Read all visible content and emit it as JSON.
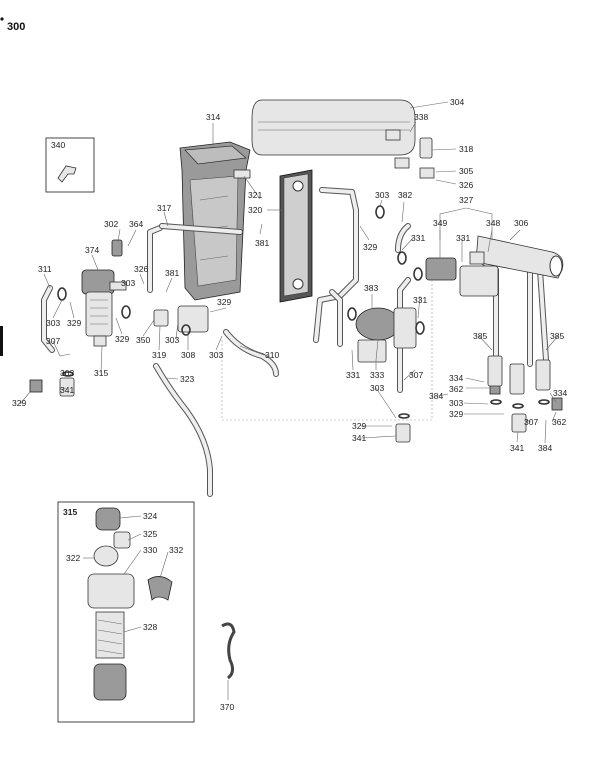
{
  "figure_number": "300",
  "detail_box_label": "340",
  "inset_label": "315",
  "callouts": {
    "c304": "304",
    "c338": "338",
    "c318": "318",
    "c305": "305",
    "c326a": "326",
    "c314": "314",
    "c321": "321",
    "c320": "320",
    "c381a": "381",
    "c317": "317",
    "c303a": "303",
    "c382": "382",
    "c327": "327",
    "c349": "349",
    "c348": "348",
    "c306": "306",
    "c329a": "329",
    "c331a": "331",
    "c331b": "331",
    "c331c": "331",
    "c302": "302",
    "c364": "364",
    "c374": "374",
    "c326b": "326",
    "c381b": "381",
    "c311": "311",
    "c303b": "303",
    "c329b": "329",
    "c329c": "329",
    "c350": "350",
    "c303c": "303",
    "c383": "383",
    "c329d": "329",
    "c385a": "385",
    "c385b": "385",
    "c303d": "303",
    "c307a": "307",
    "c319": "319",
    "c308": "308",
    "c303e": "303",
    "c310": "310",
    "c331d": "331",
    "c333": "333",
    "c307b": "307",
    "c334a": "334",
    "c362a": "362",
    "c334b": "334",
    "c303f": "303",
    "c315": "315",
    "c323": "323",
    "c303g": "303",
    "c384a": "384",
    "c303h": "303",
    "c329e": "329",
    "c341a": "341",
    "c303i": "303",
    "c329f": "329",
    "c307c": "307",
    "c362b": "362",
    "c329g": "329",
    "c341b": "341",
    "c341c": "341",
    "c384b": "384",
    "i324": "324",
    "i325": "325",
    "i322": "322",
    "i330": "330",
    "i332": "332",
    "i328": "328",
    "c370": "370"
  }
}
